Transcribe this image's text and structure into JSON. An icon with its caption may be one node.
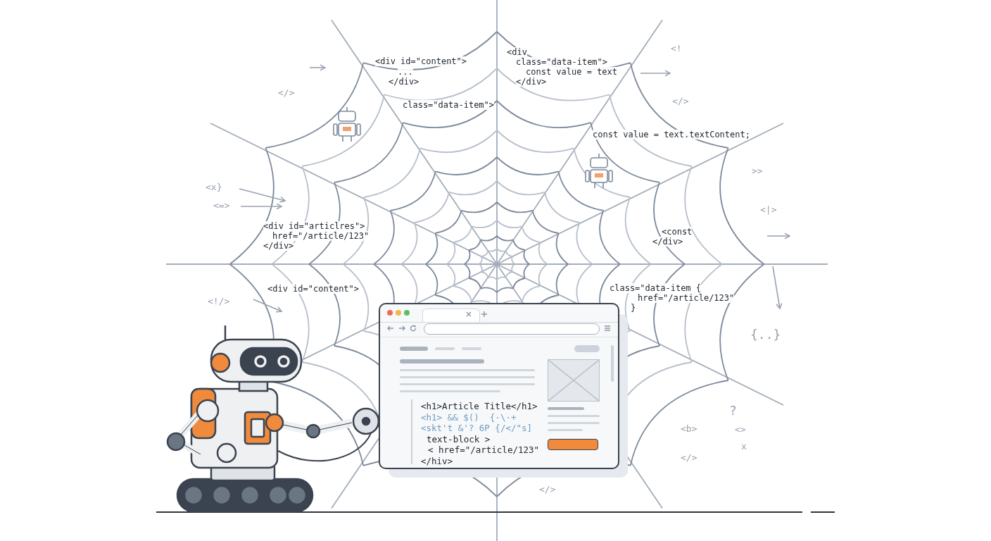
{
  "diagram": {
    "nodes": [
      {
        "text": [
          "<h1>Article Title</h1>",
          "<h1> && $()  {·\\·+",
          "<skt't &'? 6P {/</\"s]",
          "text-block >",
          "< href=\"/article/123\"",
          "</hiv>"
        ]
      },
      {
        "text": [],
        "shape": "box",
        "in": 0
      }
    ],
    "labels": [
      "<div id=\"content\">",
      "...",
      "</div>",
      "<div",
      "class=\"data-item\">",
      "const value = text",
      "</div>",
      "<!",
      "</>",
      "</>",
      "class=\"data-item\">",
      "const value = text.textContent;",
      "<x}",
      ">>",
      "<=>",
      "<|>",
      "<div id=\"articlres\">",
      "href=\"/article/123\"",
      "</div>",
      "<const",
      "</div>",
      "<div id=\"content\">",
      "class=\"data-item {",
      "href=\"/article/123\"",
      "}",
      "<!/>",
      "{..}",
      "?",
      "<b>",
      "<>",
      "x",
      "</>",
      "</>"
    ]
  }
}
